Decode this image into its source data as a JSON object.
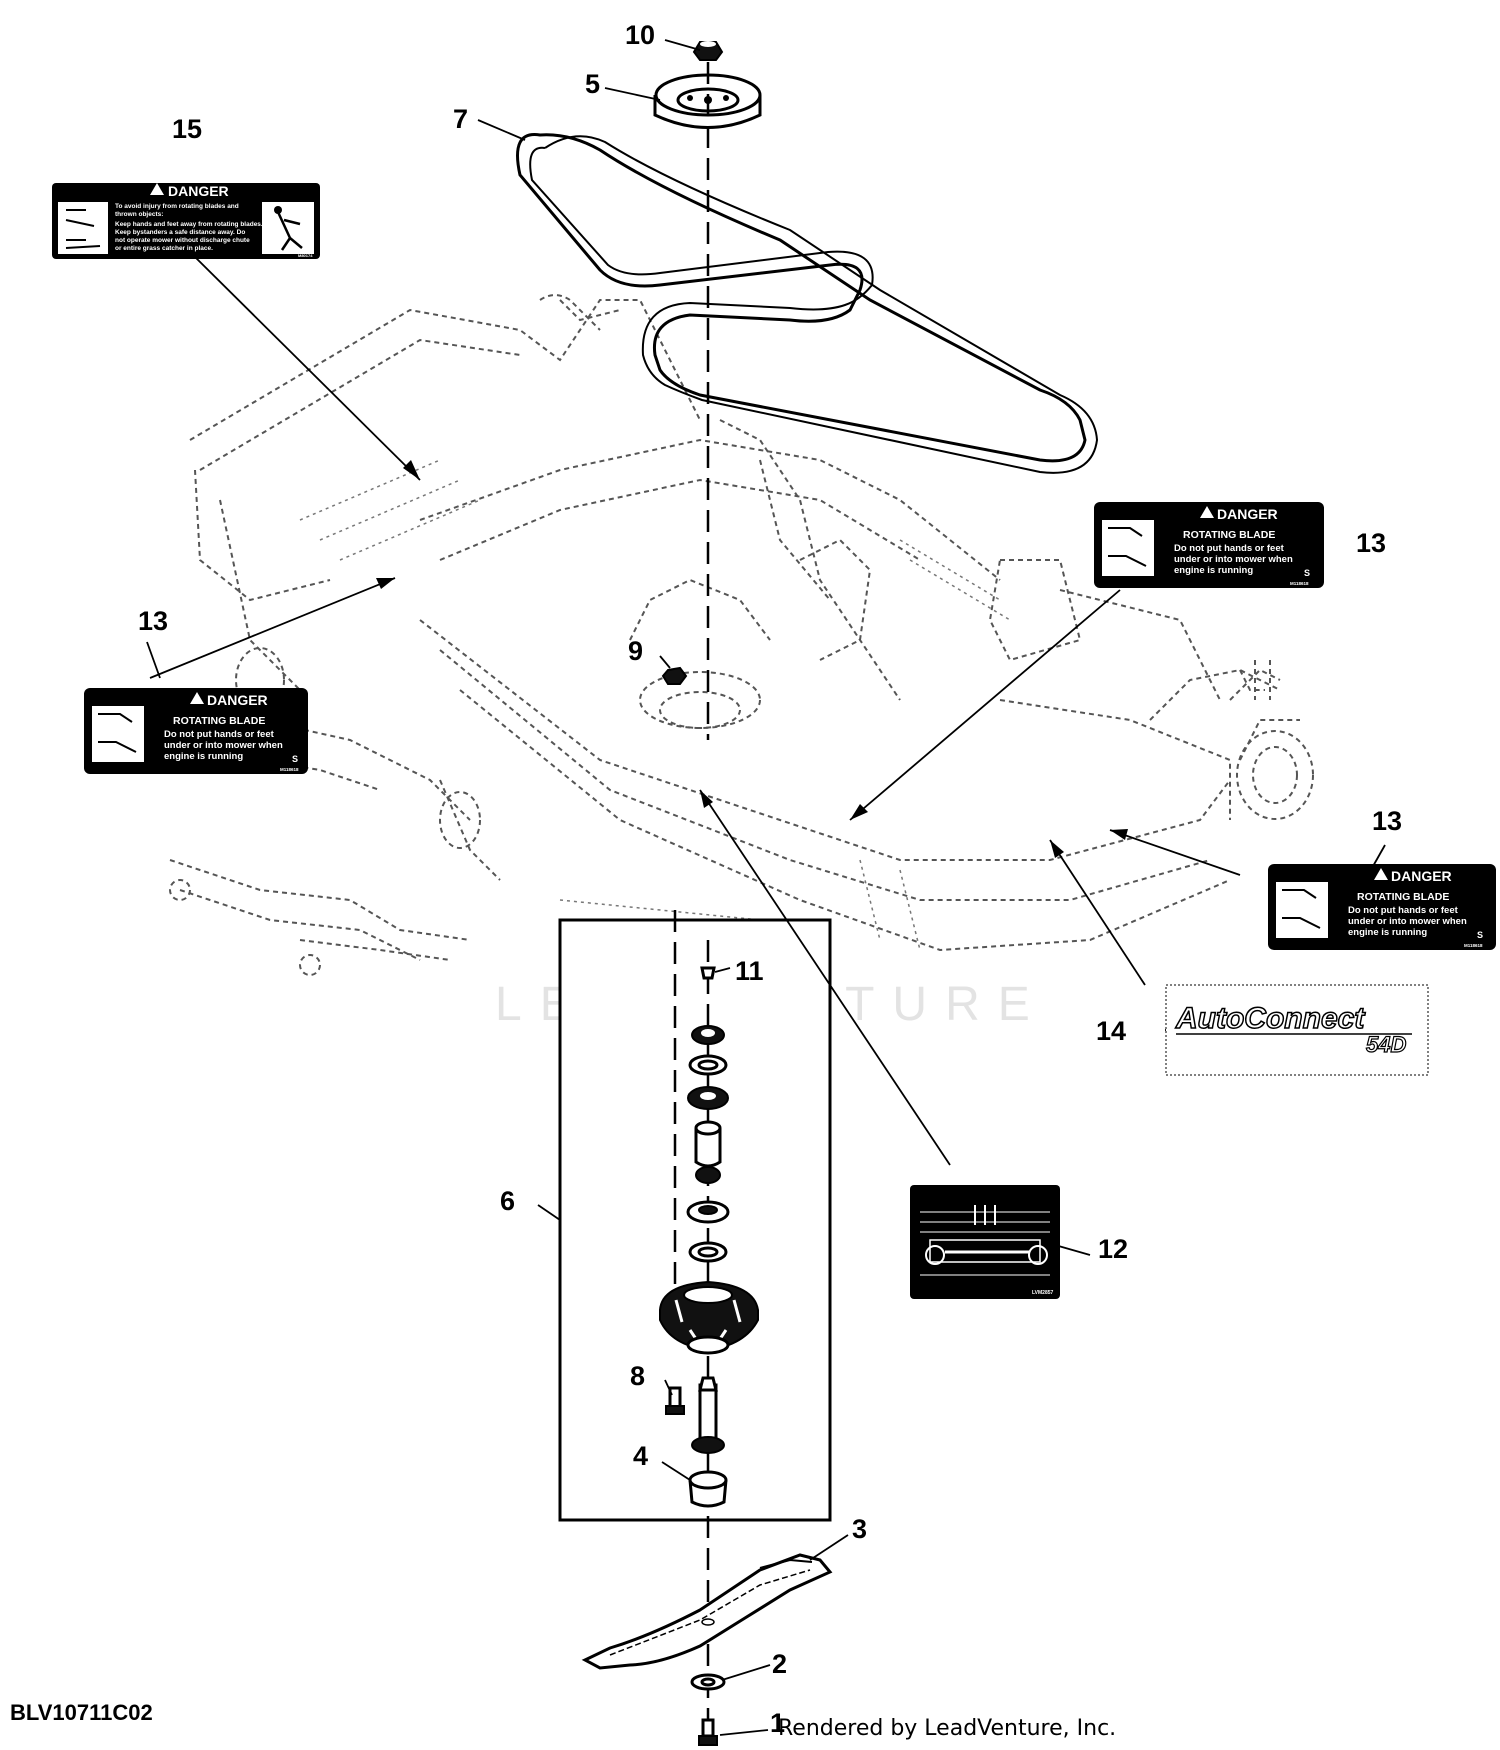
{
  "callouts": {
    "c1": "1",
    "c2": "2",
    "c3": "3",
    "c4": "4",
    "c5": "5",
    "c6": "6",
    "c7": "7",
    "c8": "8",
    "c9": "9",
    "c10": "10",
    "c11": "11",
    "c12": "12",
    "c13a": "13",
    "c13b": "13",
    "c13c": "13",
    "c14": "14",
    "c15": "15"
  },
  "labels": {
    "danger_title": "DANGER",
    "rotating_blade": "ROTATING BLADE",
    "rotating_lines": [
      "Do not put hands or feet",
      "under or into mower when",
      "engine is running"
    ],
    "rotating_suffix": "S",
    "rotating_code_a": "M118618",
    "rotating_code_b": "M118618",
    "rotating_code_c": "M118618",
    "label15_lines": [
      "To avoid injury from rotating blades and",
      "thrown objects:",
      "Keep hands and feet away from rotating blades.",
      "Keep bystanders a safe distance away. Do",
      "not operate mower without discharge chute",
      "or entire grass catcher in place."
    ],
    "label15_code": "M80174",
    "autoconnect_name": "AutoConnect",
    "autoconnect_model": "54D",
    "label12_code": "LVM2857"
  },
  "watermark": "LEADVENTURE",
  "footer": {
    "diagram_id": "BLV10711C02",
    "credit": "Rendered by LeadVenture, Inc."
  }
}
